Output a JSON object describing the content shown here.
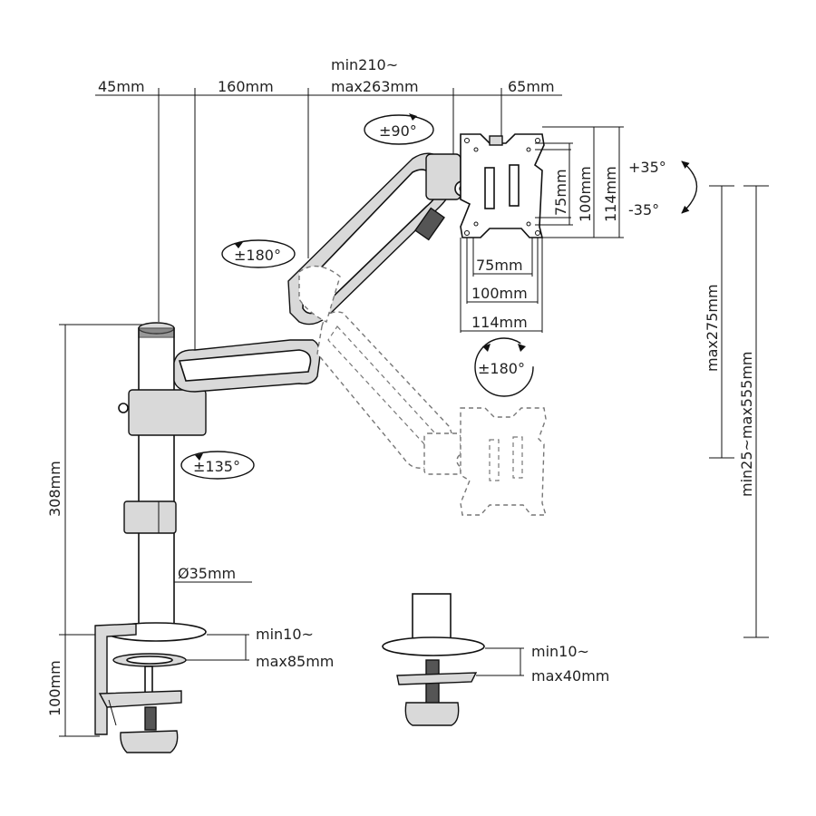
{
  "dimensions": {
    "top_45": "45mm",
    "top_160": "160mm",
    "top_min210": "min210~",
    "top_max263": "max263mm",
    "top_65": "65mm",
    "vesa_h_75": "75mm",
    "vesa_h_100": "100mm",
    "vesa_h_114": "114mm",
    "vesa_v_75": "75mm",
    "vesa_v_100": "100mm",
    "vesa_v_114": "114mm",
    "pole_height": "308mm",
    "clamp_height": "100mm",
    "pole_diameter": "Ø35mm",
    "clamp_min10": "min10~",
    "clamp_max85": "max85mm",
    "grommet_min10": "min10~",
    "grommet_max40": "max40mm",
    "max275": "max275mm",
    "range_25_555": "min25~max555mm"
  },
  "rotations": {
    "rot_90": "±90°",
    "rot_180_arm": "±180°",
    "rot_135": "±135°",
    "rot_180_head": "±180°",
    "tilt_up": "+35°",
    "tilt_down": "-35°"
  }
}
